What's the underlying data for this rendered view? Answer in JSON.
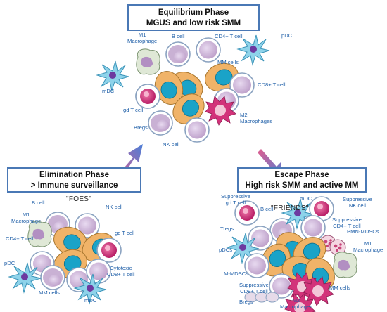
{
  "equilibrium": {
    "title": "Equilibrium Phase",
    "subtitle": "MGUS and low risk SMM",
    "labels": {
      "m1_macrophage": "M1\nMacrophage",
      "b_cell": "B cell",
      "cd4_t_cell": "CD4+ T cell",
      "pdc": "pDC",
      "mm_cells": "MM cells",
      "mdc": "mDC",
      "cd8_t_cell": "CD8+ T cell",
      "gd_t_cell": "gd T cell",
      "m2_macrophages": "M2\nMacrophages",
      "bregs": "Bregs",
      "nk_cell": "NK cell"
    }
  },
  "elimination": {
    "title": "Elimination Phase",
    "subtitle": "> Immune surveillance",
    "quote": "\"FOES\"",
    "labels": {
      "b_cell": "B cell",
      "nk_cell": "NK cell",
      "m1_macrophage": "M1\nMacrophage",
      "gd_t_cell": "gd T cell",
      "cd4_t_cell": "CD4+ T cell",
      "cytotoxic_cd8": "Cytotoxic\nCD8+ T cell",
      "pdc": "pDC",
      "mm_cells": "MM cells",
      "mdc": "mDC"
    }
  },
  "escape": {
    "title": "Escape Phase",
    "subtitle": "High risk SMM and active MM",
    "quote": "\"FRIENDS\"",
    "labels": {
      "supp_gd_t_cell": "Suppressive\ngd T cell",
      "b_cell": "B cell",
      "mdc": "mDC",
      "supp_nk_cell": "Suppressive\nNK cell",
      "tregs": "Tregs",
      "supp_cd4": "Suppressive\nCD4+ T cell",
      "pmn_mdscs": "PMN-MDSCs",
      "pdcs": "pDCs",
      "m1_macrophage": "M1\nMacrophage",
      "m_mdscs": "M-MDSCs",
      "supp_cd8": "Suppressive\nCD8+ T cell",
      "mm_cells": "MM cells",
      "bregs": "Bregs",
      "m2_macrophages": "M2\nMacrophages"
    }
  },
  "colors": {
    "box_border": "#4a78b5",
    "label_blue": "#1f5fa8",
    "mm_orange": "#f0b368",
    "nucleus_teal": "#1aa3c8",
    "b_cell_purple": "#cdb3d6",
    "magenta": "#d2337a",
    "arrow_start": "#4a7fd8",
    "arrow_end": "#e25d8e"
  },
  "icons": [
    "arrow-icon",
    "mm-cell-icon",
    "t-cell-icon",
    "dendritic-cell-icon",
    "macrophage-icon"
  ]
}
